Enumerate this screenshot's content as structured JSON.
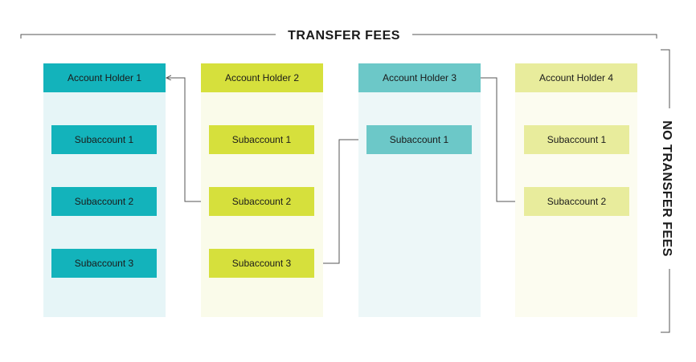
{
  "titles": {
    "top": "TRANSFER FEES",
    "right": "NO TRANSFER FEES"
  },
  "colors": {
    "holder1": "#13b3bb",
    "holder1_bg": "#e6f5f7",
    "holder2": "#d6e03c",
    "holder2_bg": "#fafbea",
    "holder3": "#6cc8c8",
    "holder3_bg": "#edf7f8",
    "holder4": "#e8ec9c",
    "holder4_bg": "#fcfcf0",
    "connector": "#555555"
  },
  "holders": [
    {
      "label": "Account Holder 1",
      "subaccounts": [
        "Subaccount 1",
        "Subaccount 2",
        "Subaccount 3"
      ]
    },
    {
      "label": "Account Holder 2",
      "subaccounts": [
        "Subaccount 1",
        "Subaccount 2",
        "Subaccount 3"
      ]
    },
    {
      "label": "Account Holder 3",
      "subaccounts": [
        "Subaccount 1"
      ]
    },
    {
      "label": "Account Holder 4",
      "subaccounts": [
        "Subaccount 1",
        "Subaccount 2"
      ]
    }
  ]
}
